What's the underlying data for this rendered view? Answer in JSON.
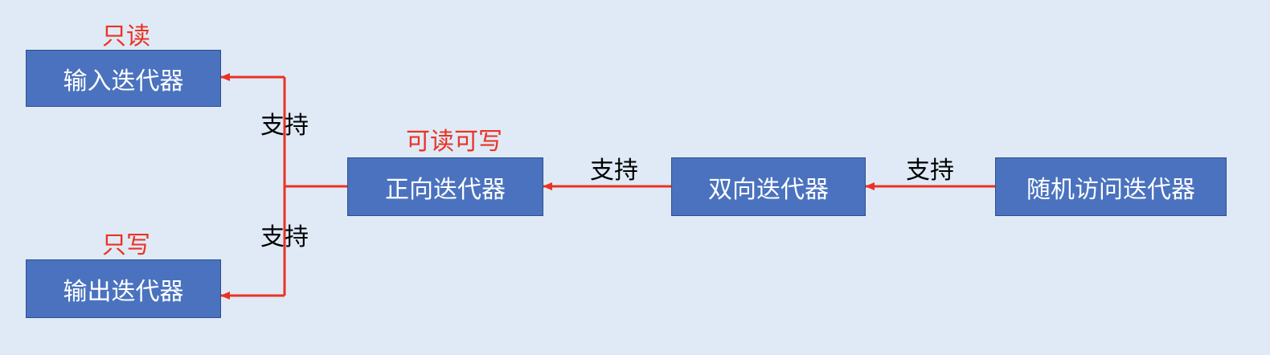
{
  "nodes": {
    "input_iterator": "输入迭代器",
    "output_iterator": "输出迭代器",
    "forward_iterator": "正向迭代器",
    "bidirectional_iterator": "双向迭代器",
    "random_access_iterator": "随机访问迭代器"
  },
  "annotations": {
    "read_only": "只读",
    "write_only": "只写",
    "read_write": "可读可写"
  },
  "edges": {
    "forward_to_input": "支持",
    "forward_to_output": "支持",
    "bidirectional_to_forward": "支持",
    "random_to_bidirectional": "支持"
  },
  "colors": {
    "background": "#dfeaf6",
    "box_fill": "#4a72bf",
    "box_text": "#ffffff",
    "arrow": "#ea3323",
    "annotation": "#ea3323",
    "edge_label": "#000000"
  }
}
